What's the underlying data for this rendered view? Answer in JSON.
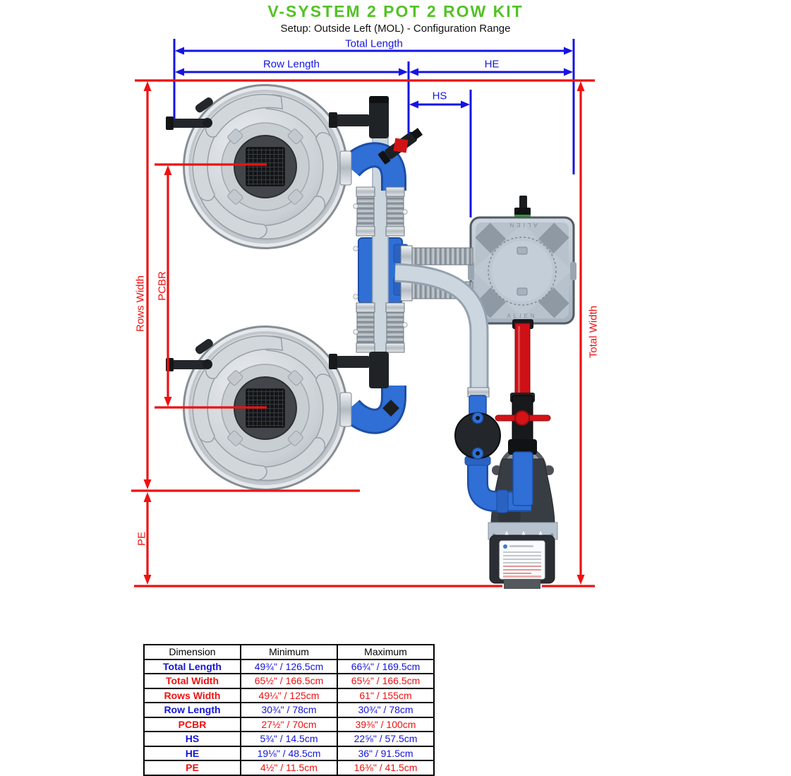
{
  "title": "V-SYSTEM 2 POT 2 ROW KIT",
  "subtitle": "Setup: Outside Left (MOL) - Configuration Range",
  "colors": {
    "title_green": "#54c226",
    "dimension_blue": "#1414e4",
    "dimension_red": "#ee1111"
  },
  "diagram": {
    "dimension_labels": {
      "total_length": "Total Length",
      "row_length": "Row Length",
      "he": "HE",
      "hs": "HS",
      "rows_width": "Rows Width",
      "pcbr": "PCBR",
      "pe": "PE",
      "total_width": "Total Width"
    },
    "reservoir_brand": "ALIEN"
  },
  "table": {
    "headers": [
      "Dimension",
      "Minimum",
      "Maximum"
    ],
    "rows": [
      {
        "dimension": "Total Length",
        "minimum": "49¾\" / 126.5cm",
        "maximum": "66¾\" / 169.5cm",
        "color": "blue"
      },
      {
        "dimension": "Total Width",
        "minimum": "65½\" / 166.5cm",
        "maximum": "65½\" / 166.5cm",
        "color": "red"
      },
      {
        "dimension": "Rows Width",
        "minimum": "49¼\" / 125cm",
        "maximum": "61\" / 155cm",
        "color": "red"
      },
      {
        "dimension": "Row Length",
        "minimum": "30¾\" / 78cm",
        "maximum": "30¾\" / 78cm",
        "color": "blue"
      },
      {
        "dimension": "PCBR",
        "minimum": "27½\" / 70cm",
        "maximum": "39⅜\" / 100cm",
        "color": "red"
      },
      {
        "dimension": "HS",
        "minimum": "5¾\" / 14.5cm",
        "maximum": "22⅝\" / 57.5cm",
        "color": "blue"
      },
      {
        "dimension": "HE",
        "minimum": "19⅛\" / 48.5cm",
        "maximum": "36\" / 91.5cm",
        "color": "blue"
      },
      {
        "dimension": "PE",
        "minimum": "4½\" / 11.5cm",
        "maximum": "16⅜\" / 41.5cm",
        "color": "red"
      }
    ]
  }
}
